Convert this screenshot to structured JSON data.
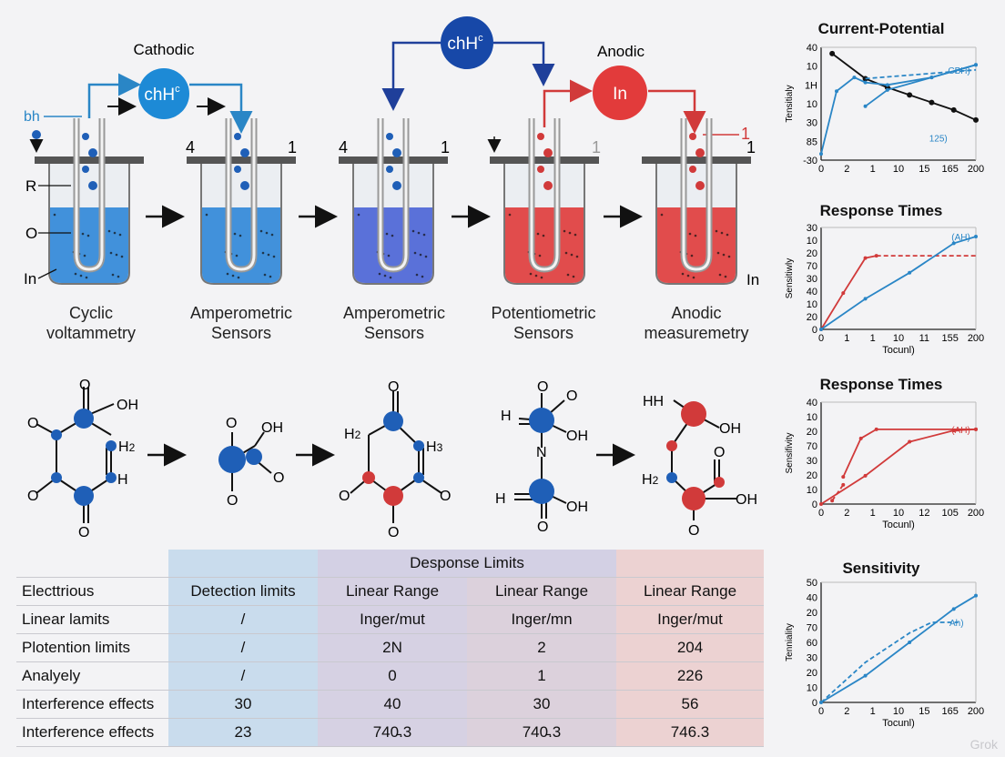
{
  "diagram": {
    "top_labels": {
      "cathodic": "Cathodic",
      "anodic": "Anodic",
      "bubble_left": "chH",
      "bubble_left_sup": "c",
      "bubble_mid": "chH",
      "bubble_mid_sup": "c",
      "bubble_right": "In",
      "bh": "bh",
      "mark_4a": "4",
      "mark_1a": "1",
      "mark_4b": "4",
      "mark_1b": "1",
      "mark_1c": "1",
      "mark_1d": "1",
      "mark_1e": "1"
    },
    "side_labels": {
      "r": "R",
      "o": "O",
      "in_left": "In",
      "in_right": "In"
    },
    "cells": [
      {
        "label": "Cyclic\nvoltammetry",
        "color": "#2f86d8"
      },
      {
        "label": "Amperometric\nSensors",
        "color": "#2f86d8"
      },
      {
        "label": "Amperometric\nSensors",
        "color": "#4a63d6"
      },
      {
        "label": "Potentiometric\nSensors",
        "color": "#e03a3a"
      },
      {
        "label": "Anodic\nmeasuremetry",
        "color": "#e03a3a"
      }
    ],
    "molecules": {
      "m1": {
        "oh": "OH",
        "h2": "H",
        "h2_sub": "2",
        "h": "H",
        "o1": "O",
        "o2": "O",
        "o3": "O"
      },
      "m2": {
        "oh": "OH",
        "o1": "O",
        "o2": "O",
        "o3": "O"
      },
      "m3": {
        "h2": "H",
        "h2_sub": "2",
        "h3": "H",
        "h3_sub": "3",
        "o1": "O",
        "o2": "O",
        "o3": "O",
        "o4": "O"
      },
      "m4": {
        "h_top": "H",
        "o_top": "O",
        "oh_top": "OH",
        "n": "N",
        "h_bot": "H",
        "oh_bot": "OH",
        "o_bot": "O"
      },
      "m5": {
        "hh": "HH",
        "oh": "OH",
        "h2": "H",
        "h2_sub": "2",
        "oh2": "OH",
        "o": "O"
      }
    }
  },
  "table": {
    "header": "Desponse Limits",
    "columns": [
      "Electtrious",
      "Detection limits",
      "Linear Range",
      "Linear Range",
      "Linear Range"
    ],
    "rows": [
      [
        "Linear lamits",
        "/",
        "Inger/mut",
        "Inger/mn",
        "Inger/mut"
      ],
      [
        "Plotention limits",
        "/",
        "2N",
        "2",
        "204"
      ],
      [
        "Analyely",
        "/",
        "0",
        "1",
        "226"
      ],
      [
        "Interference effects",
        "30",
        "40",
        "30",
        "56"
      ],
      [
        "Interference effects",
        "23",
        "740̵.3",
        "740̵.3",
        "746.3"
      ]
    ]
  },
  "chart_data": [
    {
      "type": "line",
      "title": "Current-Potential",
      "ylabel": "Tensitialy",
      "xlabel": "",
      "x_ticks": [
        "0",
        "2",
        "1",
        "10",
        "15",
        "165",
        "200"
      ],
      "y_ticks": [
        "40",
        "10",
        "1H",
        "10",
        "30",
        "85",
        "-30"
      ],
      "annotations": [
        "CBH)",
        "125)"
      ],
      "series": [
        {
          "color": "#111111",
          "style": "solid",
          "points": [
            [
              0.5,
              8.5
            ],
            [
              2,
              6.5
            ],
            [
              3,
              5.8
            ],
            [
              4,
              5.2
            ],
            [
              5,
              4.6
            ],
            [
              6,
              4.0
            ],
            [
              7,
              3.2
            ]
          ]
        },
        {
          "color": "#2a86c6",
          "style": "solid",
          "points": [
            [
              0,
              0.5
            ],
            [
              0.7,
              5.5
            ],
            [
              1.5,
              6.6
            ],
            [
              2,
              6.2
            ],
            [
              3,
              6.0
            ],
            [
              5,
              6.6
            ],
            [
              7,
              7.6
            ]
          ]
        },
        {
          "color": "#2a86c6",
          "style": "solid",
          "points": [
            [
              2,
              4.3
            ],
            [
              3,
              5.6
            ],
            [
              5,
              6.6
            ],
            [
              7,
              7.6
            ]
          ]
        },
        {
          "color": "#2a86c6",
          "style": "dashed",
          "points": [
            [
              2,
              6.5
            ],
            [
              7,
              7.2
            ]
          ]
        }
      ]
    },
    {
      "type": "line",
      "title": "Response Times",
      "ylabel": "Sensitiwly",
      "xlabel": "Tocunl)",
      "x_ticks": [
        "0",
        "1",
        "1",
        "10",
        "11",
        "155",
        "200"
      ],
      "y_ticks": [
        "30",
        "10",
        "20",
        "70",
        "30",
        "40",
        "10",
        "20",
        "0"
      ],
      "annotations": [
        "(AH)"
      ],
      "series": [
        {
          "color": "#d13a3a",
          "style": "solid",
          "points": [
            [
              0,
              0
            ],
            [
              1,
              3.2
            ],
            [
              2,
              6.3
            ],
            [
              2.5,
              6.5
            ]
          ]
        },
        {
          "color": "#d13a3a",
          "style": "dashed",
          "points": [
            [
              2.5,
              6.5
            ],
            [
              7,
              6.5
            ]
          ]
        },
        {
          "color": "#2a86c6",
          "style": "solid",
          "points": [
            [
              0,
              0
            ],
            [
              2,
              2.7
            ],
            [
              4,
              5.0
            ],
            [
              6,
              7.6
            ],
            [
              7,
              8.2
            ]
          ]
        }
      ]
    },
    {
      "type": "line",
      "title": "Response Times",
      "ylabel": "Sensifivity",
      "xlabel": "Tocunl)",
      "x_ticks": [
        "0",
        "2",
        "1",
        "10",
        "12",
        "105",
        "200"
      ],
      "y_ticks": [
        "40",
        "10",
        "20",
        "70",
        "30",
        "20",
        "10",
        "0"
      ],
      "annotations": [
        "(AH)"
      ],
      "series": [
        {
          "color": "#d13a3a",
          "style": "dashed",
          "points": [
            [
              0.5,
              0.3
            ],
            [
              1,
              1.7
            ]
          ]
        },
        {
          "color": "#d13a3a",
          "style": "solid",
          "points": [
            [
              1,
              2.4
            ],
            [
              1.8,
              5.8
            ],
            [
              2.5,
              6.6
            ],
            [
              7,
              6.6
            ]
          ]
        },
        {
          "color": "#d13a3a",
          "style": "solid",
          "points": [
            [
              0,
              0
            ],
            [
              2,
              2.5
            ],
            [
              4,
              5.5
            ],
            [
              6,
              6.5
            ],
            [
              7,
              6.6
            ]
          ]
        }
      ]
    },
    {
      "type": "line",
      "title": "Sensitivity",
      "ylabel": "Tenniality",
      "xlabel": "Tocunl)",
      "x_ticks": [
        "0",
        "2",
        "1",
        "10",
        "15",
        "165",
        "200"
      ],
      "y_ticks": [
        "50",
        "40",
        "20",
        "70",
        "60",
        "30",
        "20",
        "10",
        "0"
      ],
      "annotations": [
        "Ah)"
      ],
      "series": [
        {
          "color": "#2a86c6",
          "style": "solid",
          "points": [
            [
              0,
              0
            ],
            [
              2,
              2.0
            ],
            [
              4,
              4.5
            ],
            [
              6,
              7.0
            ],
            [
              7,
              8.0
            ]
          ]
        },
        {
          "color": "#2a86c6",
          "style": "dashed",
          "points": [
            [
              0,
              0
            ],
            [
              2,
              3.0
            ],
            [
              4,
              5.2
            ],
            [
              5,
              6.0
            ],
            [
              6.2,
              6.0
            ]
          ]
        }
      ]
    }
  ]
}
